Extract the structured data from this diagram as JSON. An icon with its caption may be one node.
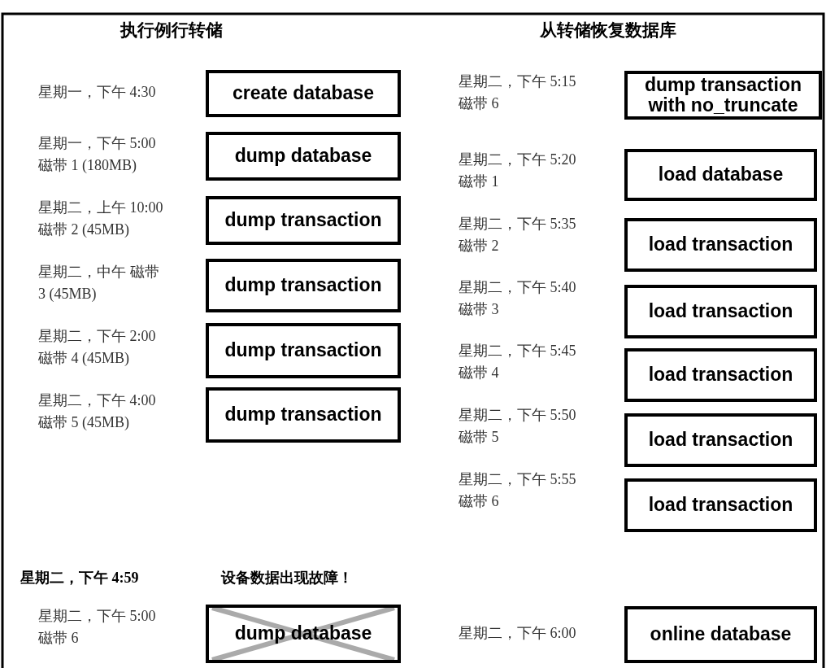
{
  "diagram": {
    "nodes": [
      {
        "text": [
          "create database"
        ],
        "beside": [
          "星期一，下午 4:30"
        ]
      },
      {
        "text": [
          "dump database"
        ],
        "beside": [
          "星期一，下午 5:00 磁带 1 (180MB)"
        ]
      },
      {
        "text": [
          "dump transaction"
        ],
        "beside": [
          "星期二，上午 10:00 磁带 2 (45MB)"
        ]
      },
      {
        "text": [
          "dump transaction"
        ],
        "beside": [
          "星期二，中午 磁带 3 (45MB)"
        ]
      },
      {
        "text": [
          "dump transaction"
        ],
        "beside": [
          "星期二，下午 2:00 磁带 4 (45MB)"
        ]
      },
      {
        "text": [
          "dump transaction"
        ],
        "beside": [
          "星期二，下午 4:00 磁带 5 (45MB)"
        ]
      },
      {
        "text": [
          "dump database"
        ],
        "beside": [
          "星期二，下午 5:00 磁带 6"
        ]
      },
      {
        "text": [
          "dump transaction with no_truncate"
        ],
        "beside": [
          "星期二，下午 5:15 磁带 6"
        ]
      },
      {
        "text": [
          "load database"
        ],
        "beside": [
          "星期二，下午 5:20 磁带 1"
        ]
      },
      {
        "text": [
          "load transaction"
        ],
        "beside": [
          "星期二，下午 5:35 磁带 2"
        ]
      },
      {
        "text": [
          "load transaction"
        ],
        "beside": [
          "星期二，下午 5:40 磁带 3"
        ]
      },
      {
        "text": [
          "load transaction"
        ],
        "beside": [
          "星期二，下午 5:45 磁带 4"
        ]
      },
      {
        "text": [
          "load transaction"
        ],
        "beside": [
          "星期二，下午 5:50 磁带 5"
        ]
      },
      {
        "text": [
          "load transaction"
        ],
        "beside": [
          "星期二，下午 5:55 磁带 6"
        ]
      },
      {
        "text": [
          "online database"
        ],
        "beside": [
          "星期二，下午 6:00"
        ]
      }
    ],
    "labels": [
      "执行例行转储",
      "从转储恢复数据库",
      "星期二，下午 4:59",
      "设备数据出现故障！"
    ]
  }
}
